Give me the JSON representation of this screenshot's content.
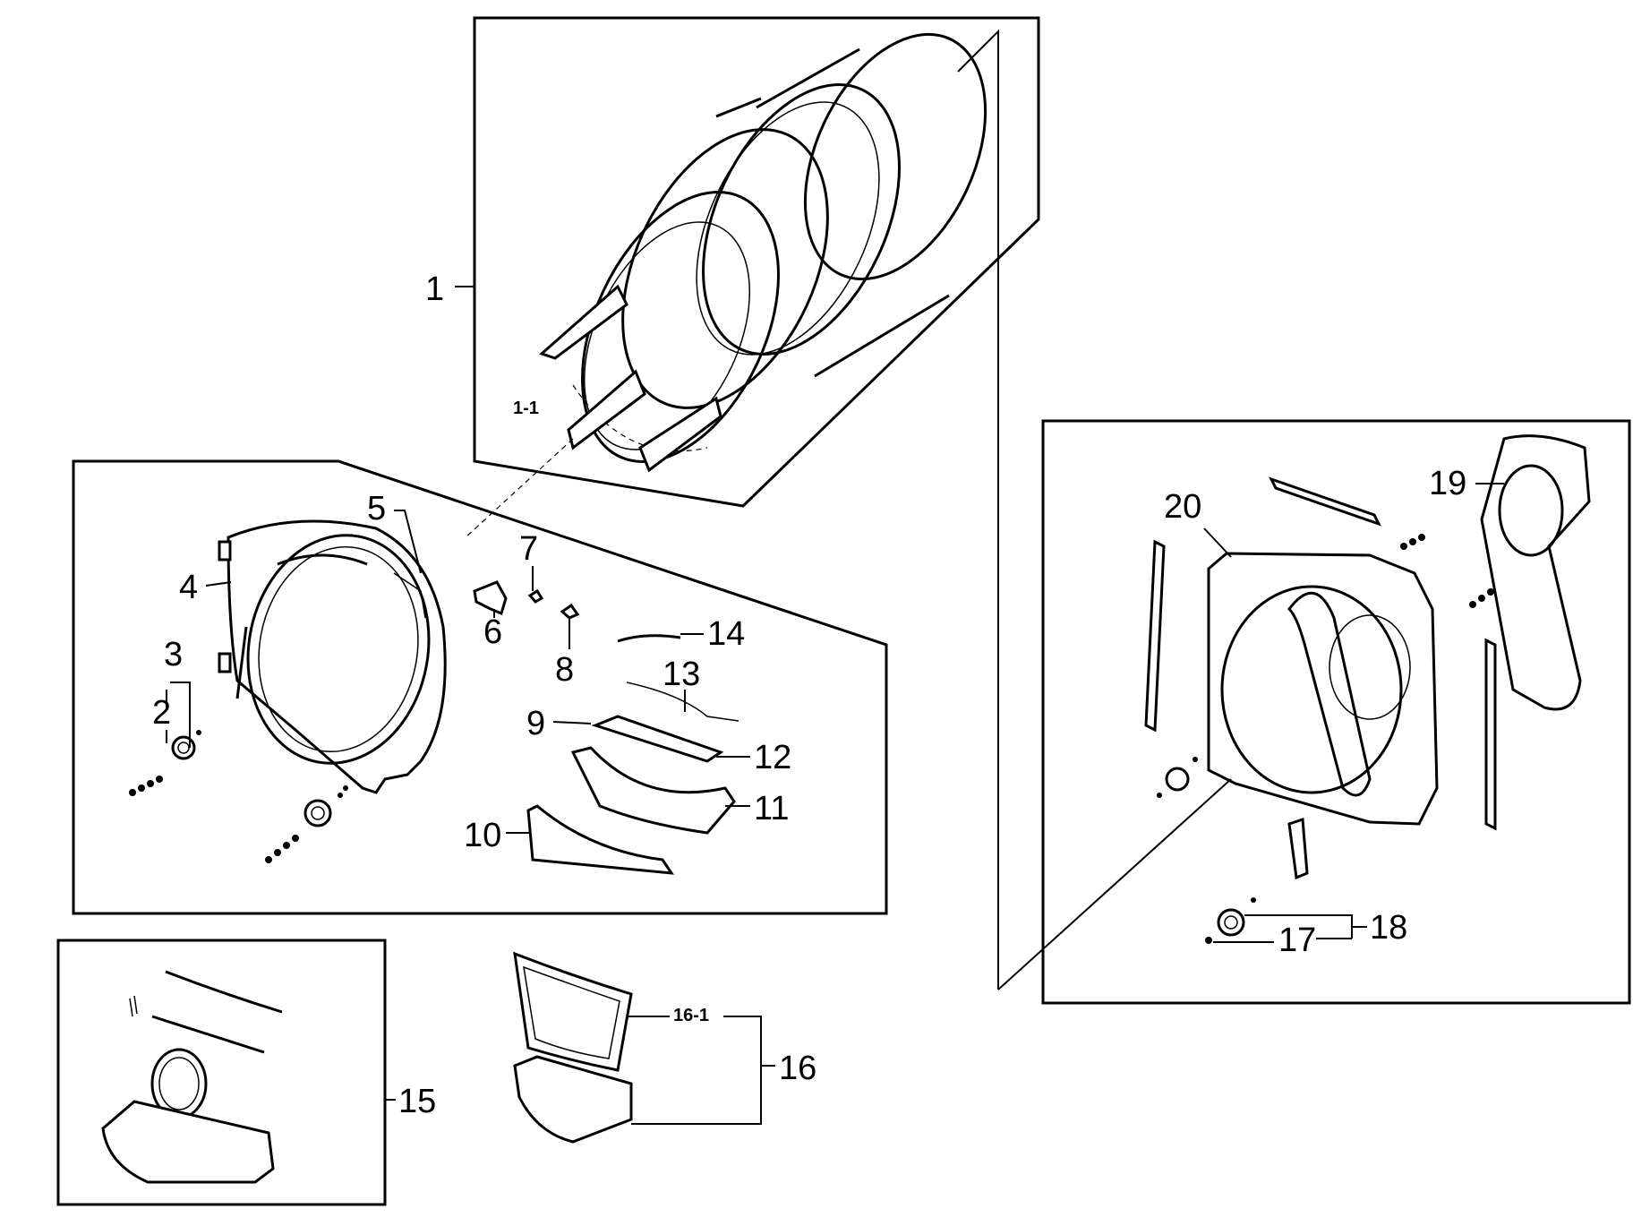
{
  "labels": {
    "p1": "1",
    "p1_1": "1-1",
    "p2": "2",
    "p3": "3",
    "p4": "4",
    "p5": "5",
    "p6": "6",
    "p7": "7",
    "p8": "8",
    "p9": "9",
    "p10": "10",
    "p11": "11",
    "p12": "12",
    "p13": "13",
    "p14": "14",
    "p15": "15",
    "p16": "16",
    "p16_1": "16-1",
    "p17": "17",
    "p18": "18",
    "p19": "19",
    "p20": "20"
  }
}
